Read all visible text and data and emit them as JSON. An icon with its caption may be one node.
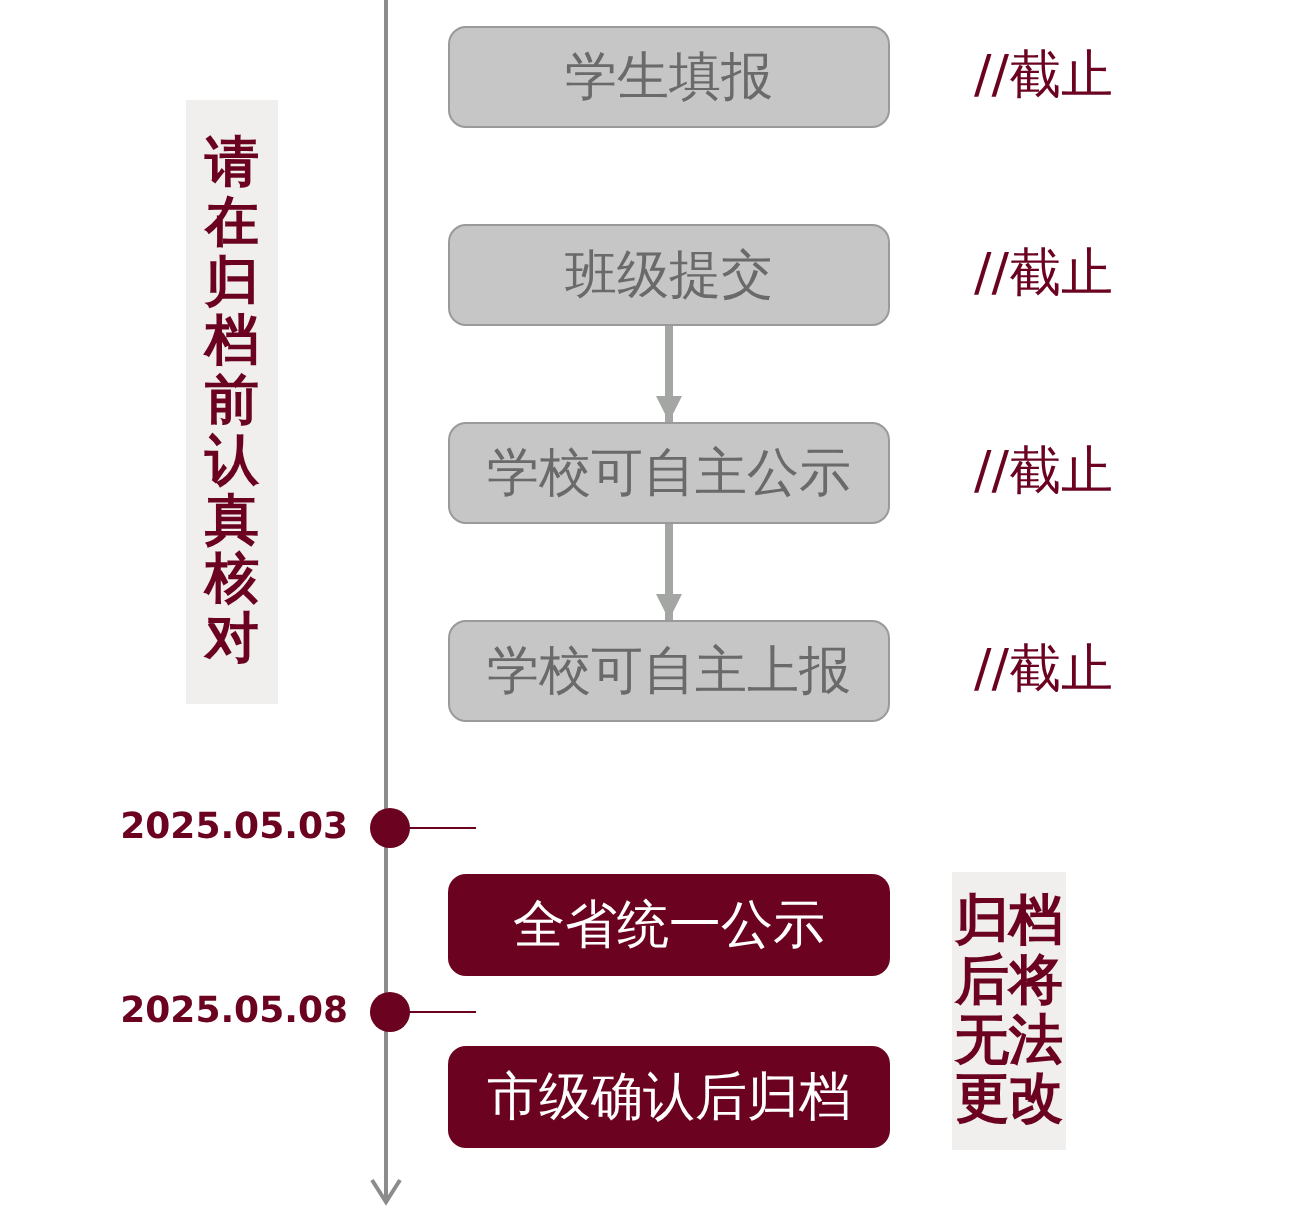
{
  "diagram": {
    "nodes": [
      {
        "text": [
          "学生填报"
        ],
        "beside": [
          "//截止"
        ]
      },
      {
        "text": [
          "班级提交"
        ],
        "beside": [
          "//截止"
        ]
      },
      {
        "text": [
          "学校可自主公示"
        ],
        "beside": [
          "//截止"
        ]
      },
      {
        "text": [
          "学校可自主上报"
        ],
        "beside": [
          "//截止"
        ]
      },
      {
        "text": [
          "全省统一公示"
        ]
      },
      {
        "text": [
          "市级确认后归档"
        ]
      },
      {
        "text": [
          "请在归档前认真核对"
        ]
      },
      {
        "text": [
          "归档后将无法更改"
        ]
      }
    ],
    "edges": [
      {
        "from": 1,
        "to": 2,
        "arrow": "to"
      },
      {
        "from": 2,
        "to": 3,
        "arrow": "to"
      }
    ],
    "labels": [
      "2025.05.03",
      "2025.05.08"
    ]
  }
}
